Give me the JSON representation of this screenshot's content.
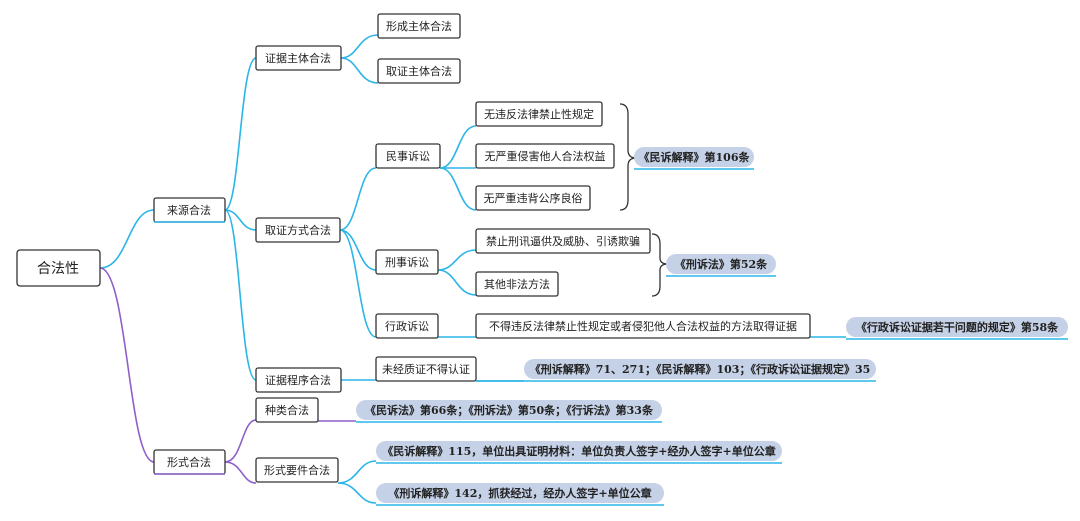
{
  "root": "合法性",
  "branches": {
    "source": "来源合法",
    "subject": "证据主体合法",
    "subject_items": [
      "形成主体合法",
      "取证主体合法"
    ],
    "method": "取证方式合法",
    "civil": "民事诉讼",
    "civil_items": [
      "无违反法律禁止性规定",
      "无严重侵害他人合法权益",
      "无严重违背公序良俗"
    ],
    "civil_ref": "《民诉解释》第106条",
    "criminal": "刑事诉讼",
    "criminal_items": [
      "禁止刑讯逼供及威胁、引诱欺骗",
      "其他非法方法"
    ],
    "criminal_ref": "《刑诉法》第52条",
    "admin": "行政诉讼",
    "admin_item": "不得违反法律禁止性规定或者侵犯他人合法权益的方法取得证据",
    "admin_ref": "《行政诉讼证据若干问题的规定》第58条",
    "procedure": "证据程序合法",
    "procedure_item": "未经质证不得认证",
    "procedure_ref": "《刑诉解释》71、271；《民诉解释》103；《行政诉讼证据规定》35",
    "form": "形式合法",
    "kind": "种类合法",
    "kind_ref": "《民诉法》第66条；《刑诉法》第50条；《行诉法》第33条",
    "form_req": "形式要件合法",
    "form_req_refs": [
      "《民诉解释》115，单位出具证明材料：单位负责人签字+经办人签字+单位公章",
      "《刑诉解释》142，抓获经过，经办人签字+单位公章"
    ]
  },
  "colors": {
    "upper_branch": "#2bb5e8",
    "lower_branch": "#8e5fc9",
    "tag_fill": "#c5d1e6",
    "node_border": "#333333"
  }
}
